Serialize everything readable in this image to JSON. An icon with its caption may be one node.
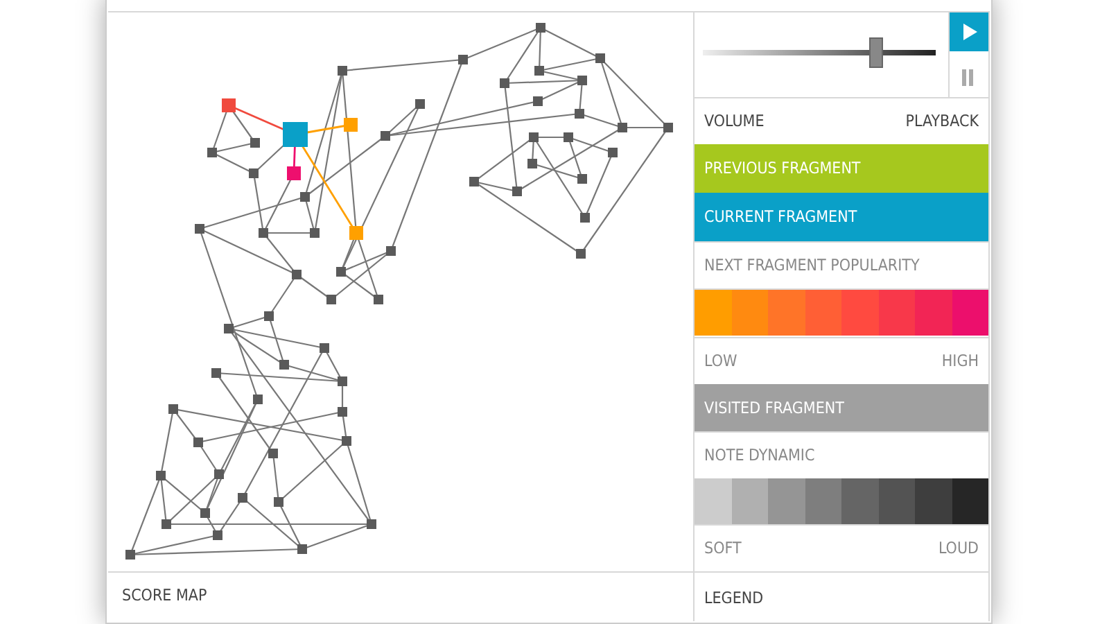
{
  "diagram": {
    "labels": [
      "VOLUME",
      "PLAYBACK",
      "NEXT FRAGMENT POPULARITY",
      "LOW",
      "HIGH",
      "NOTE DYNAMIC",
      "SOFT",
      "LOUD",
      "SCORE MAP",
      "LEGEND"
    ],
    "legend": [
      {
        "text": "PREVIOUS FRAGMENT",
        "color": "#a6c81e"
      },
      {
        "text": "CURRENT FRAGMENT",
        "color": "#0aa0c8"
      },
      {
        "text": "VISITED FRAGMENT",
        "color": "#a0a0a0"
      }
    ]
  }
}
